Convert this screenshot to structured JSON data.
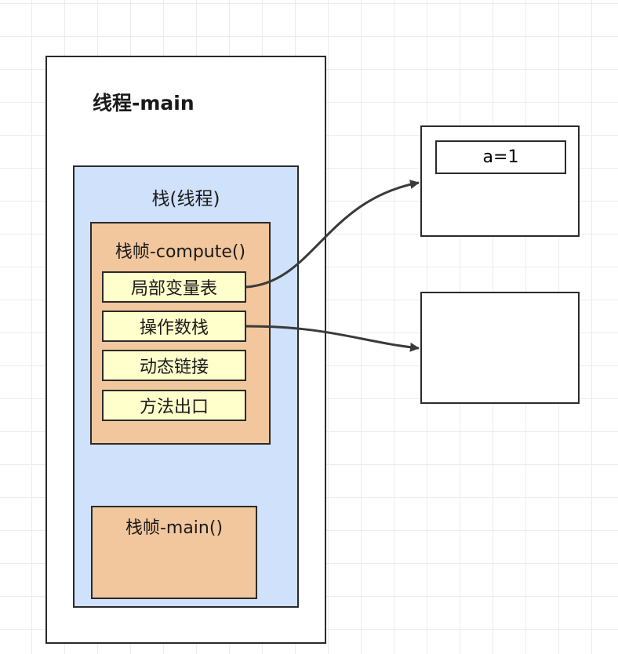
{
  "thread": {
    "title": "线程-main"
  },
  "stack": {
    "title": "栈(线程)",
    "frames": {
      "compute": {
        "title": "栈帧-compute()",
        "slots": [
          "局部变量表",
          "操作数栈",
          "动态链接",
          "方法出口"
        ]
      },
      "main": {
        "title": "栈帧-main()"
      }
    }
  },
  "heap": {
    "object_1": {
      "field": "a=1"
    }
  },
  "colors": {
    "stack_fill": "#cfe1fb",
    "frame_fill": "#f2c79d",
    "slot_fill": "#ffffcc",
    "border": "#2a2a2a",
    "arrow": "#3a3a3a"
  }
}
